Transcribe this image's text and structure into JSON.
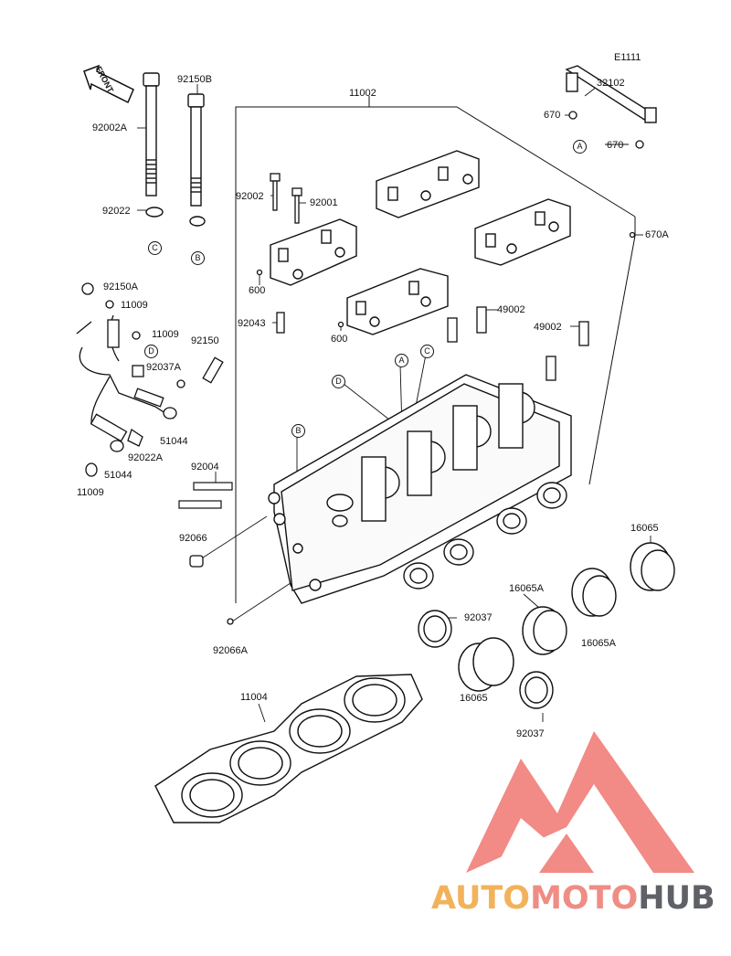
{
  "header_code": "E1111",
  "front_label": "FRONT",
  "parts": {
    "p11002": "11002",
    "p32102": "32102",
    "p670a": "670",
    "p670b": "670",
    "p670A": "670A",
    "p92150B": "92150B",
    "p92002A": "92002A",
    "p92022": "92022",
    "p92002": "92002",
    "p92001": "92001",
    "p600a": "600",
    "p600b": "600",
    "p92043": "92043",
    "p49002a": "49002",
    "p49002b": "49002",
    "p92150A": "92150A",
    "p11009a": "11009",
    "p11009b": "11009",
    "p11009c": "11009",
    "p92150": "92150",
    "p92037A": "92037A",
    "p51044a": "51044",
    "p51044b": "51044",
    "p92022A": "92022A",
    "p92004": "92004",
    "p92066": "92066",
    "p92066A": "92066A",
    "p92037a": "92037",
    "p92037b": "92037",
    "p16065a": "16065",
    "p16065b": "16065",
    "p16065Aa": "16065A",
    "p16065Ab": "16065A",
    "p11004": "11004"
  },
  "refs": {
    "A1": "A",
    "A2": "A",
    "B1": "B",
    "B2": "B",
    "C1": "C",
    "C2": "C",
    "D1": "D",
    "D2": "D"
  },
  "brand": {
    "part1": "AUTO",
    "part2": "MOTO",
    "part3": "HUB",
    "color1": "#f2b25c",
    "color2": "#ef8d85",
    "color3": "#5f6167"
  }
}
